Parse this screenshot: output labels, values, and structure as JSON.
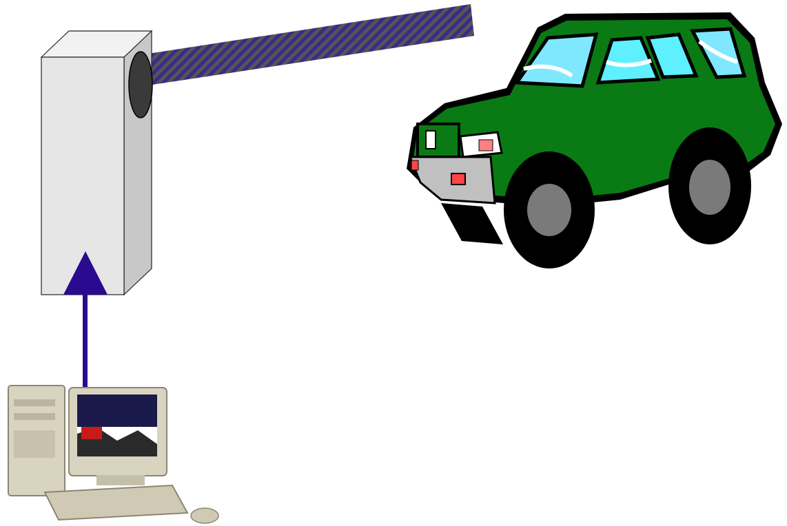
{
  "scene": {
    "background": "#ffffff",
    "elements": [
      {
        "id": "barrier-gate",
        "icon": "boom-barrier-icon"
      },
      {
        "id": "barrier-arm",
        "icon": "barrier-arm-icon",
        "color": "#3a2a8a"
      },
      {
        "id": "vehicle",
        "icon": "green-suv-icon",
        "color": "#0a7a14"
      },
      {
        "id": "signal-arrow",
        "icon": "up-arrow-icon",
        "color": "#2a0a8e",
        "direction": "up"
      },
      {
        "id": "computer",
        "icon": "desktop-computer-icon"
      }
    ]
  },
  "colors": {
    "gate_front": "#e6e6e6",
    "gate_side": "#c8c8c8",
    "lens": "#3a3a3a",
    "car_body": "#0a7a14",
    "car_window": "#7fe8ff",
    "wheel_hub": "#7a7a7a",
    "bumper": "#c0c0c0",
    "arrow": "#2a0a8e"
  }
}
